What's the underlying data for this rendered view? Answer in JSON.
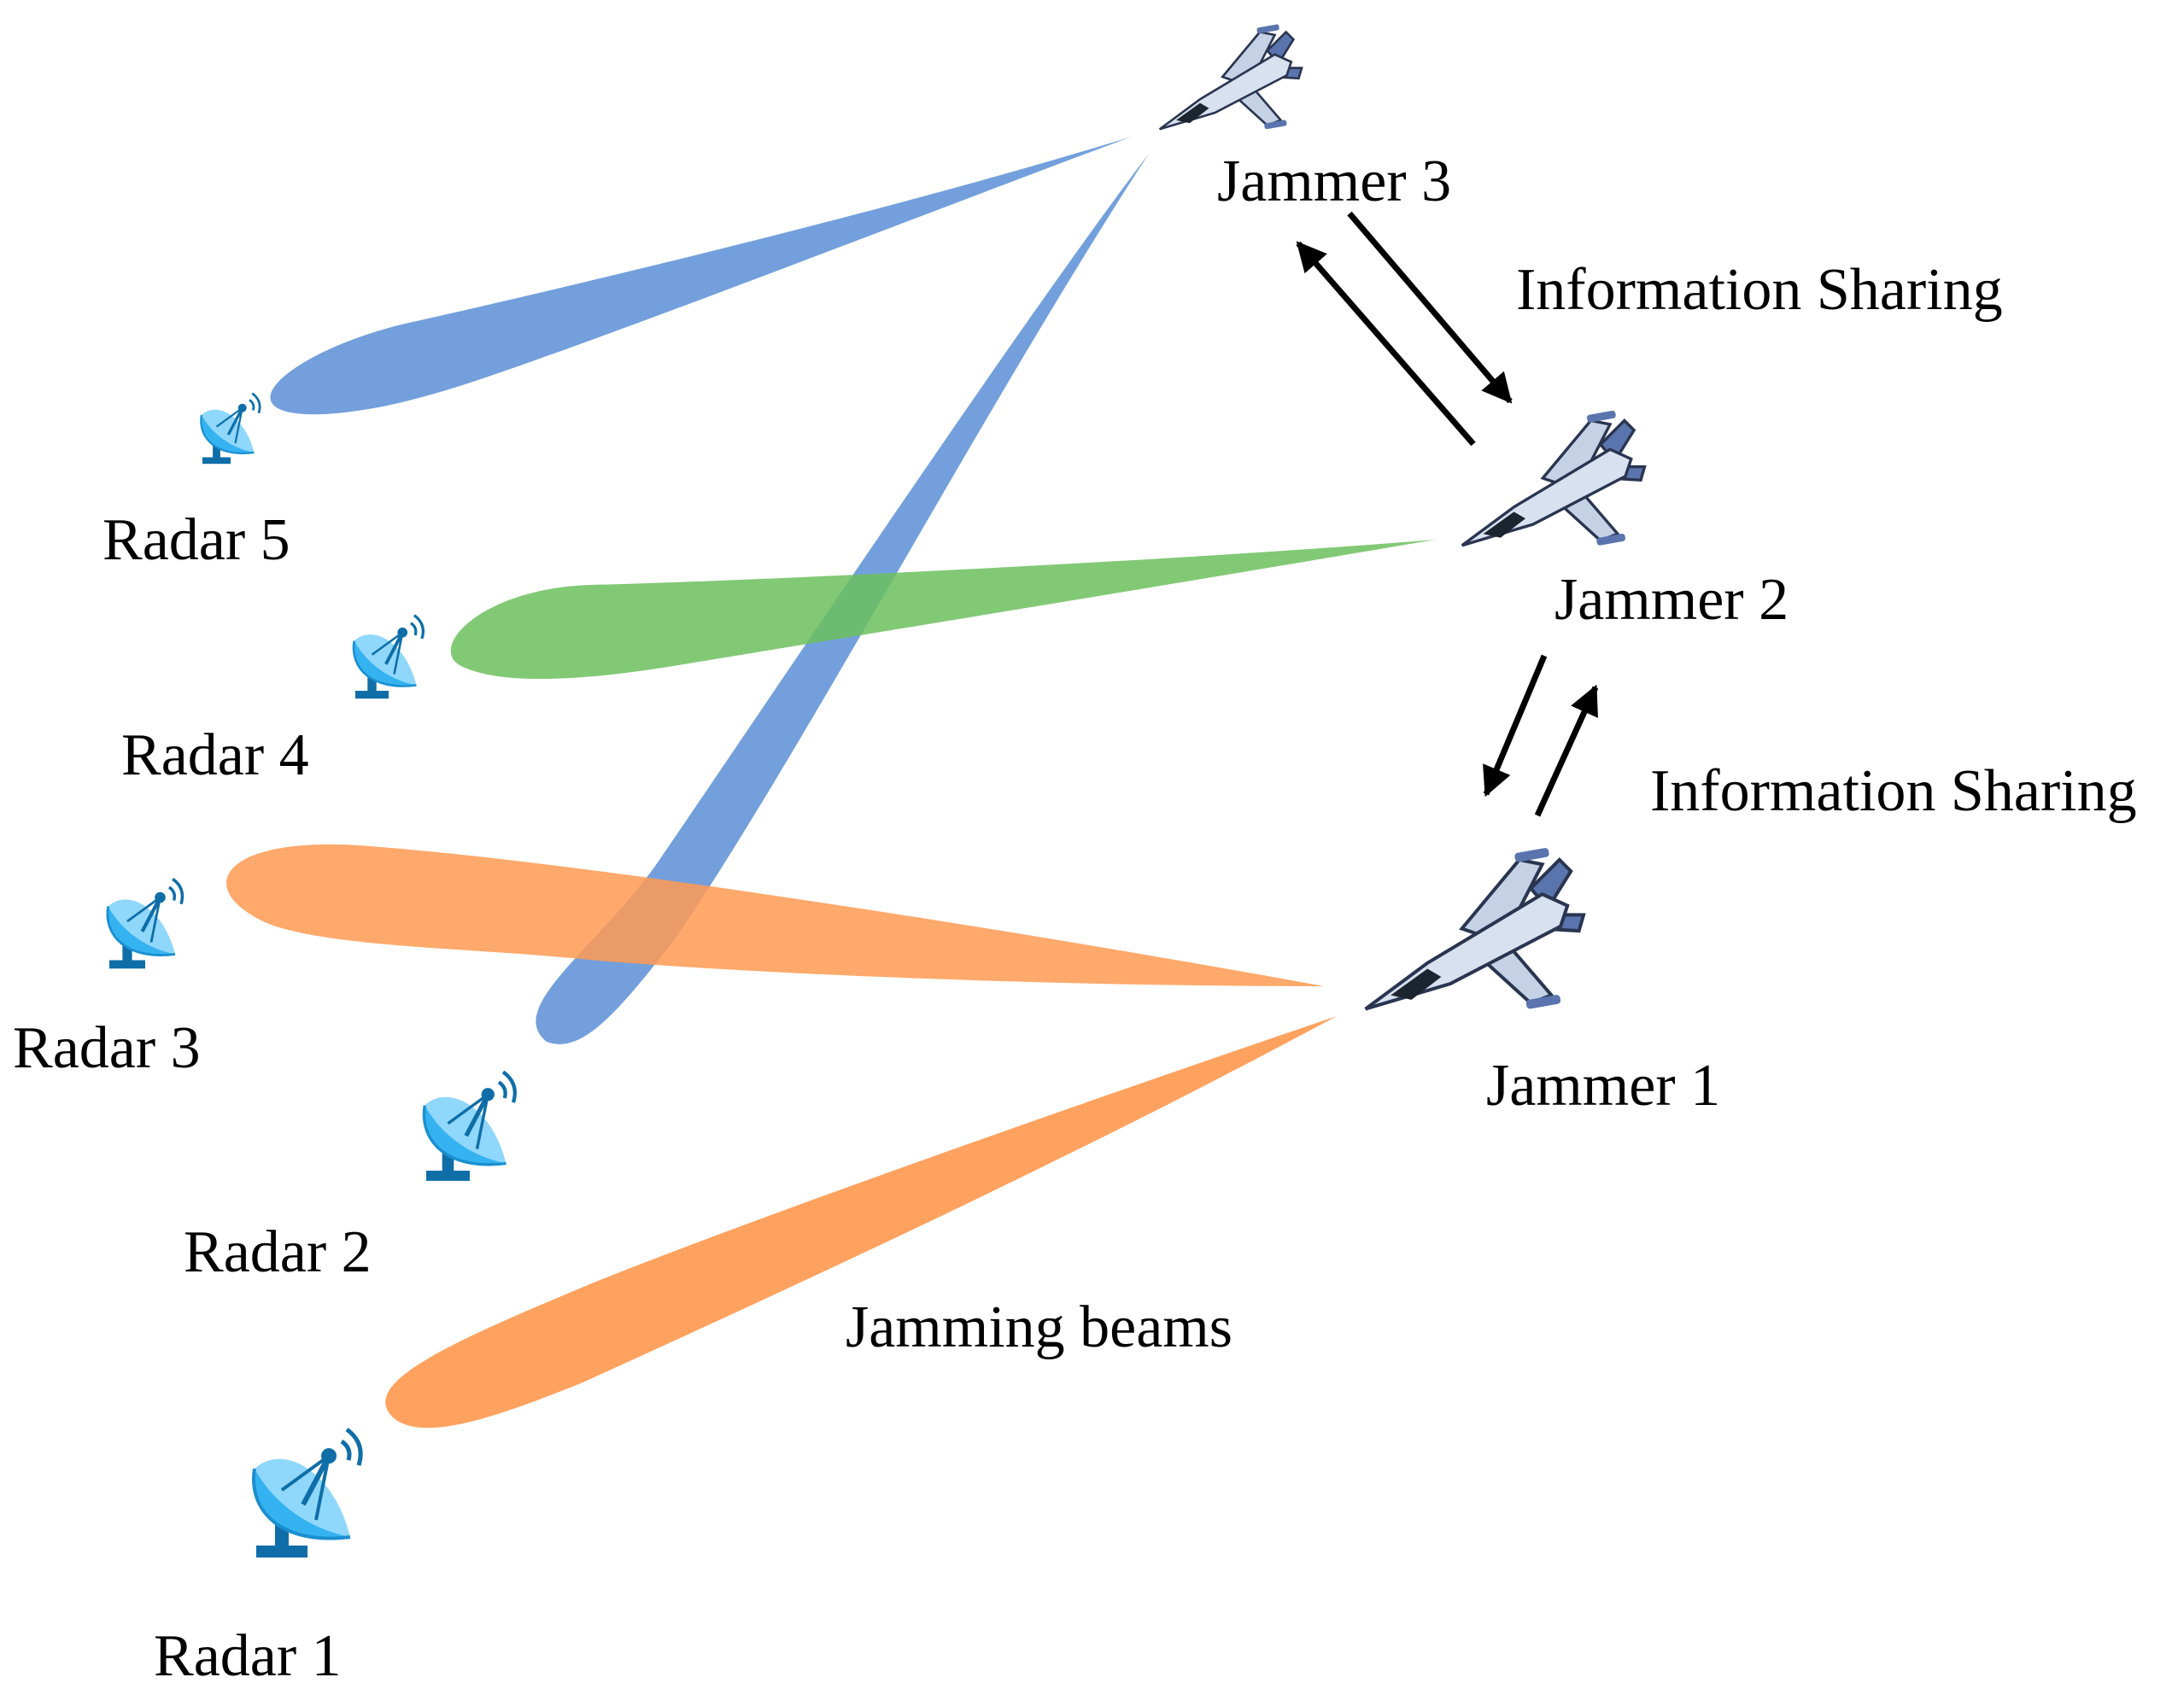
{
  "colors": {
    "beam_blue": "#5b8fd6",
    "beam_green": "#6cc05e",
    "beam_orange": "#ff9a52",
    "radar_dish": "#35b3f0",
    "radar_dish_light": "#8fd7fb",
    "radar_stand": "#0f6ea8",
    "jet_body": "#d7e1ef",
    "jet_accent": "#5a74ae",
    "jet_cockpit": "#1c2430",
    "arrow": "#000000"
  },
  "radars": [
    {
      "label": "Radar 1",
      "icon": "radar-dish-icon"
    },
    {
      "label": "Radar 2",
      "icon": "radar-dish-icon"
    },
    {
      "label": "Radar 3",
      "icon": "radar-dish-icon"
    },
    {
      "label": "Radar 4",
      "icon": "radar-dish-icon"
    },
    {
      "label": "Radar 5",
      "icon": "radar-dish-icon"
    }
  ],
  "jammers": [
    {
      "label": "Jammer 1",
      "icon": "fighter-jet-icon"
    },
    {
      "label": "Jammer 2",
      "icon": "fighter-jet-icon"
    },
    {
      "label": "Jammer 3",
      "icon": "fighter-jet-icon"
    }
  ],
  "links": {
    "j3_j2": "Information Sharing",
    "j2_j1": "Information Sharing"
  },
  "beams_label": "Jamming beams"
}
